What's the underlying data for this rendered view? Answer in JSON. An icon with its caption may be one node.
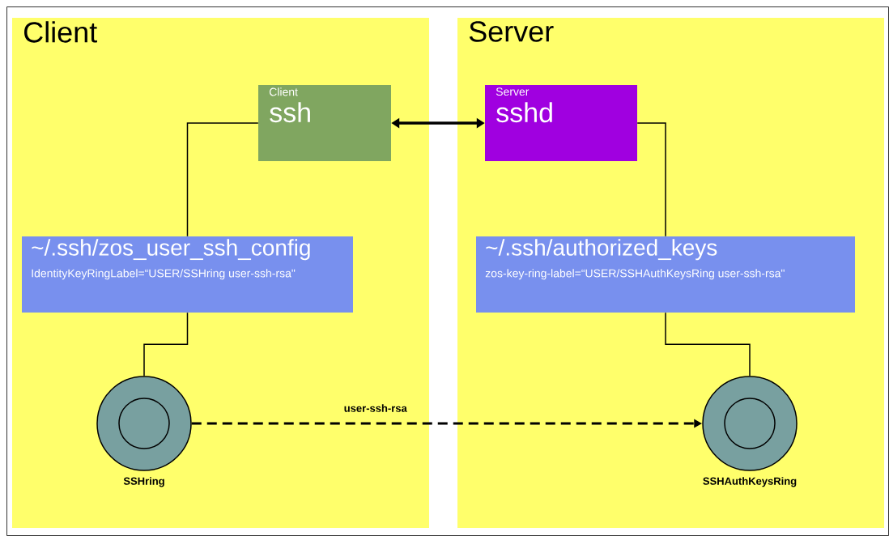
{
  "diagram": {
    "nodes": [
      {
        "text": [
          "Client"
        ]
      },
      {
        "text": [
          "Server"
        ]
      },
      {
        "text": [
          "Client",
          "ssh"
        ],
        "in": 0
      },
      {
        "text": [
          "Server",
          "sshd"
        ],
        "in": 1
      },
      {
        "text": [
          "~/.ssh/zos_user_ssh_config",
          "IdentityKeyRingLabel=“USER/SSHring user-ssh-rsa\""
        ],
        "in": 0
      },
      {
        "text": [
          "~/.ssh/authorized_keys",
          "zos-key-ring-label=“USER/SSHAuthKeysRing user-ssh-rsa\""
        ],
        "in": 1
      },
      {
        "text": [],
        "shape": "circle",
        "beside": [
          "SSHring"
        ],
        "in": 0
      },
      {
        "text": [],
        "shape": "circle",
        "beside": [
          "SSHAuthKeysRing"
        ],
        "in": 1
      }
    ],
    "edges": [
      {
        "from": 2,
        "to": 3,
        "arrow": "both",
        "style": "thick"
      },
      {
        "from": 2,
        "to": 4,
        "arrow": "none"
      },
      {
        "from": 4,
        "to": 6,
        "arrow": "none"
      },
      {
        "from": 3,
        "to": 5,
        "arrow": "none"
      },
      {
        "from": 5,
        "to": 7,
        "arrow": "none"
      },
      {
        "from": 6,
        "to": 7,
        "arrow": "to",
        "style": "dashed",
        "label": "user-ssh-rsa"
      }
    ]
  }
}
